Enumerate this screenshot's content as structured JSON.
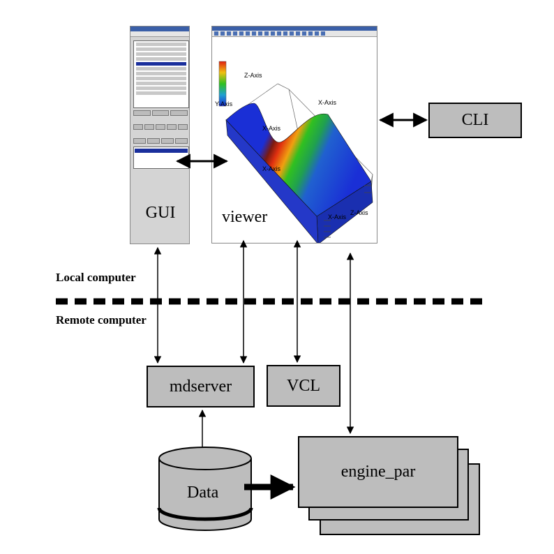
{
  "labels": {
    "gui": "GUI",
    "viewer": "viewer",
    "cli": "CLI",
    "local_computer": "Local computer",
    "remote_computer": "Remote computer",
    "mdserver": "mdserver",
    "vcl": "VCL",
    "engine_par": "engine_par",
    "data": "Data"
  },
  "viewer_axes": {
    "x_axis": "X-Axis",
    "y_axis": "Y-Axis",
    "z_axis": "Z-Axis"
  },
  "colors": {
    "box_fill": "#bdbdbd",
    "line": "#000000"
  }
}
